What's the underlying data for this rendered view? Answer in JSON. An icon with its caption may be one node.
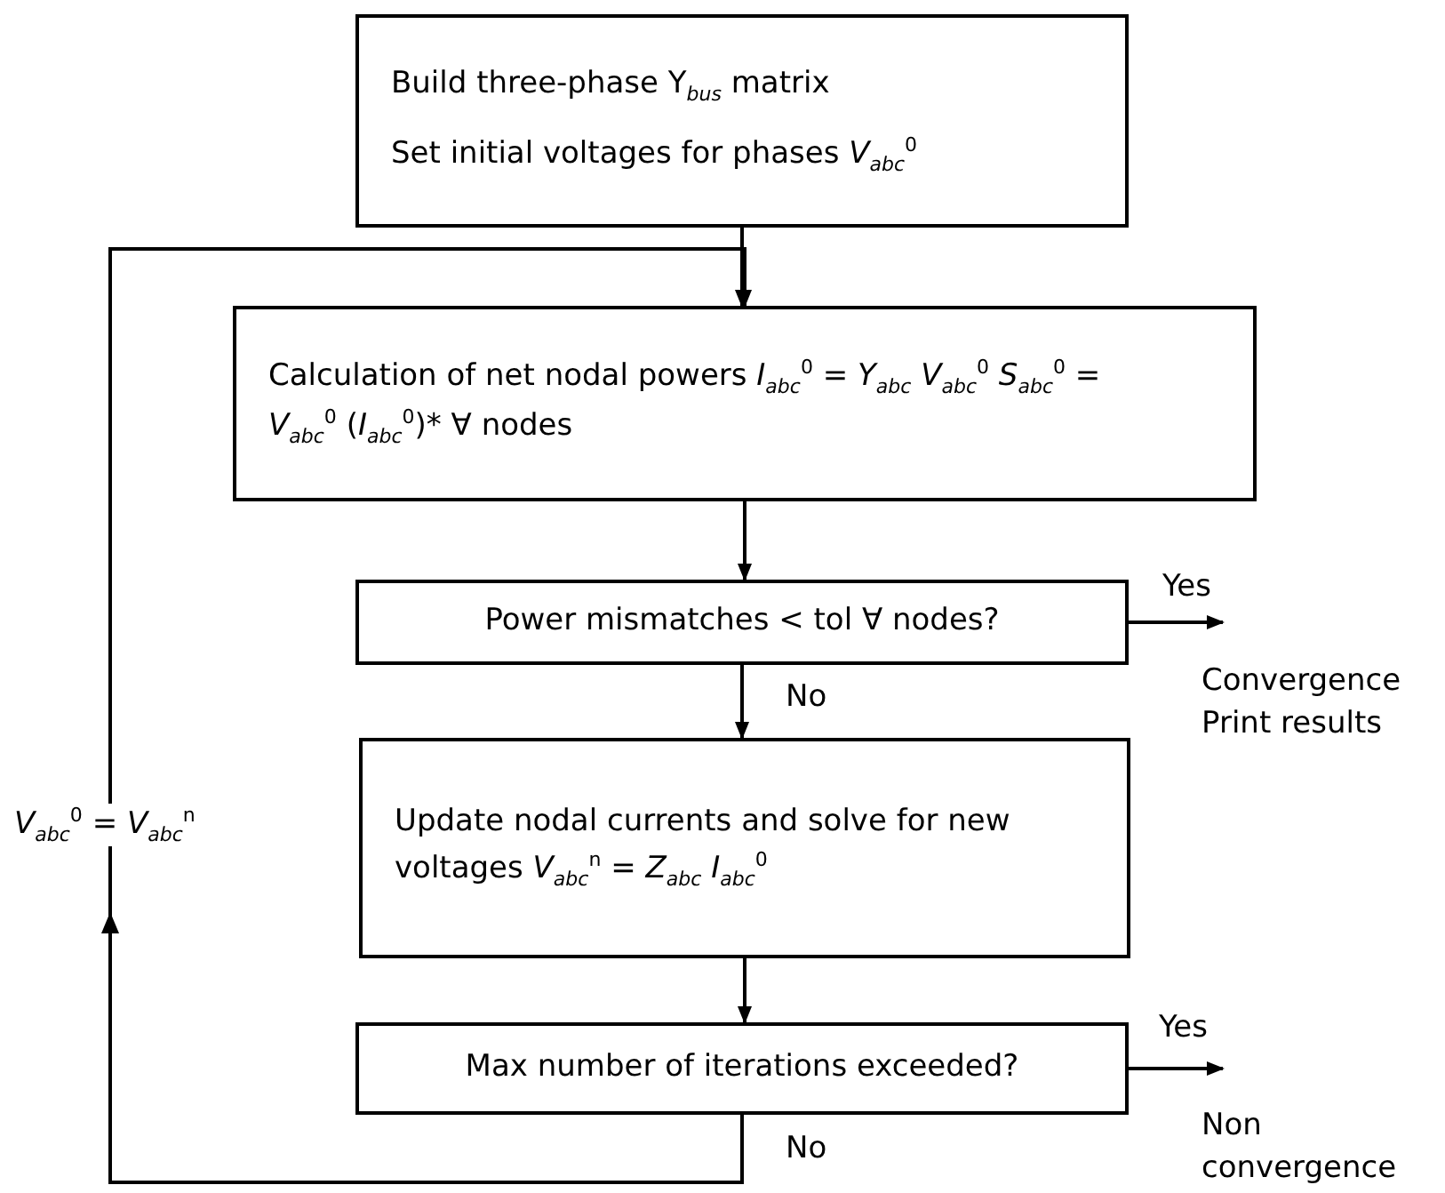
{
  "diagram": {
    "nodes": [
      {
        "text": [
          "Build three-phase Y$_{bus}$ matrix",
          "Set initial voltages for phases *V*$_{abc}$$^{0}$"
        ]
      },
      {
        "text": [
          "Calculation of net nodal powers *I*$_{abc}$$^{0}$ = *Y*$_{abc}$ *V*$_{abc}$$^{0}$ *S*$_{abc}$$^{0}$ = *V*$_{abc}$$^{0}$ (*I*$_{abc}$$^{0}$)* ∀ nodes"
        ]
      },
      {
        "text": [
          "Power mismatches < tol ∀ nodes?"
        ]
      },
      {
        "text": [
          "Convergence Print results"
        ]
      },
      {
        "text": [
          "Update nodal currents and solve for new voltages *V*$_{abc}$$^{n}$ = *Z*$_{abc}$ *I*$_{abc}$$^{0}$"
        ]
      },
      {
        "text": [
          "Max number of iterations exceeded?"
        ]
      },
      {
        "text": [
          "Non convergence"
        ]
      }
    ],
    "edges": [
      {
        "from": 0,
        "to": 1,
        "arrow": "to"
      },
      {
        "from": 1,
        "to": 2,
        "arrow": "to"
      },
      {
        "from": 2,
        "to": 3,
        "arrow": "to",
        "label": "Yes"
      },
      {
        "from": 2,
        "to": 4,
        "arrow": "to",
        "label": "No"
      },
      {
        "from": 4,
        "to": 5,
        "arrow": "to"
      },
      {
        "from": 5,
        "to": 6,
        "arrow": "to",
        "label": "Yes"
      },
      {
        "from": 5,
        "to": 1,
        "arrow": "to",
        "label": "*V*$_{abc}$$^{0}$ = *V*$_{abc}$$^{n}$"
      }
    ],
    "labels": [
      "No"
    ]
  }
}
